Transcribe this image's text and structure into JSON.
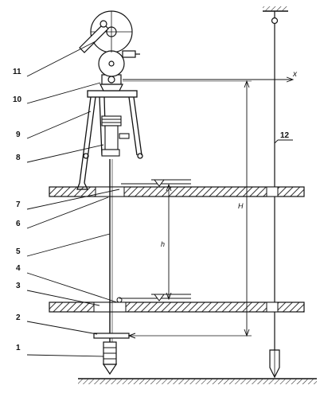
{
  "diagram": {
    "callouts": [
      "1",
      "2",
      "3",
      "4",
      "5",
      "6",
      "7",
      "8",
      "9",
      "10",
      "11",
      "12"
    ],
    "dimension_H": "H",
    "dimension_h": "h",
    "axis_x": "x"
  },
  "colors": {
    "ink": "#111111",
    "hatch": "#333333",
    "paper": "#ffffff"
  }
}
